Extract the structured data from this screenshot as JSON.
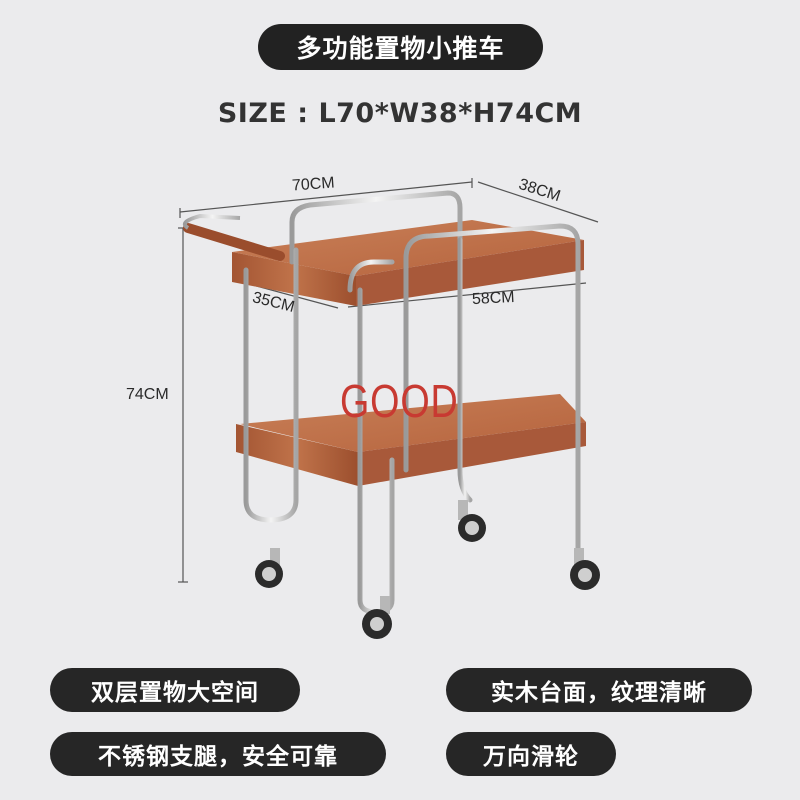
{
  "title": "多功能置物小推车",
  "size_label": "SIZE : L70*W38*H74CM",
  "dimensions": {
    "top_length": "70CM",
    "top_width": "38CM",
    "height": "74CM",
    "tray_depth": "35CM",
    "tray_length": "58CM"
  },
  "watermark": "GOOD",
  "features": [
    "双层置物大空间",
    "实木台面，纹理清晰",
    "不锈钢支腿，安全可靠",
    "万向滑轮"
  ],
  "colors": {
    "background": "#ebebed",
    "pill": "#262626",
    "wood": "#b0613a",
    "steel": "#cfcfcf",
    "watermark": "#c83a32"
  }
}
